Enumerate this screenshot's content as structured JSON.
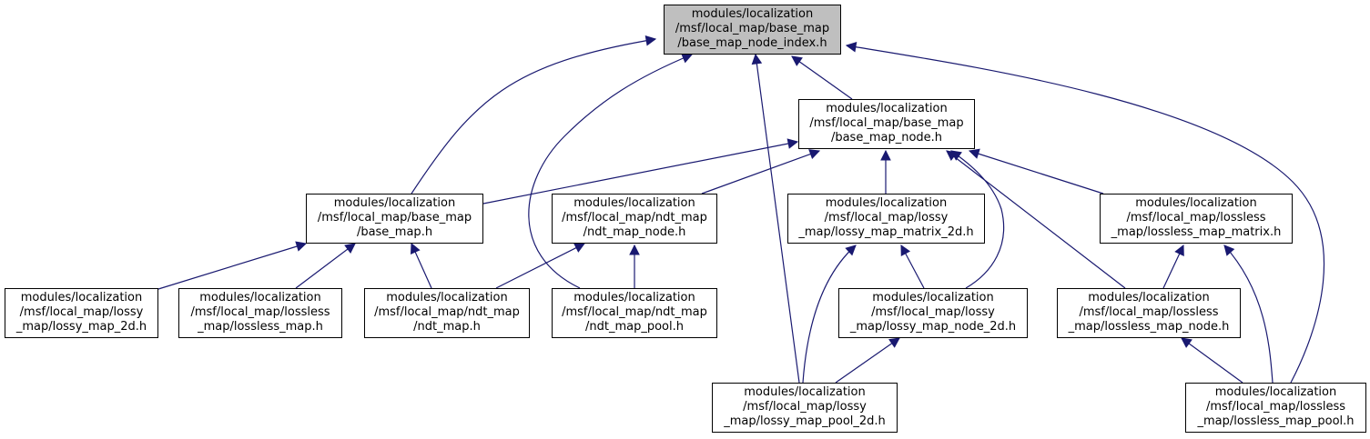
{
  "colors": {
    "edge": "#191970",
    "node_border": "#000000",
    "root_fill": "#bfbfbf",
    "node_fill": "#ffffff"
  },
  "nodes": {
    "base_map_node_index": [
      "modules/localization",
      "/msf/local_map/base_map",
      "/base_map_node_index.h"
    ],
    "base_map_node": [
      "modules/localization",
      "/msf/local_map/base_map",
      "/base_map_node.h"
    ],
    "base_map": [
      "modules/localization",
      "/msf/local_map/base_map",
      "/base_map.h"
    ],
    "ndt_map_node": [
      "modules/localization",
      "/msf/local_map/ndt_map",
      "/ndt_map_node.h"
    ],
    "lossy_map_matrix_2d": [
      "modules/localization",
      "/msf/local_map/lossy",
      "_map/lossy_map_matrix_2d.h"
    ],
    "lossless_map_matrix": [
      "modules/localization",
      "/msf/local_map/lossless",
      "_map/lossless_map_matrix.h"
    ],
    "lossy_map_2d": [
      "modules/localization",
      "/msf/local_map/lossy",
      "_map/lossy_map_2d.h"
    ],
    "lossless_map": [
      "modules/localization",
      "/msf/local_map/lossless",
      "_map/lossless_map.h"
    ],
    "ndt_map": [
      "modules/localization",
      "/msf/local_map/ndt_map",
      "/ndt_map.h"
    ],
    "ndt_map_pool": [
      "modules/localization",
      "/msf/local_map/ndt_map",
      "/ndt_map_pool.h"
    ],
    "lossy_map_node_2d": [
      "modules/localization",
      "/msf/local_map/lossy",
      "_map/lossy_map_node_2d.h"
    ],
    "lossless_map_node": [
      "modules/localization",
      "/msf/local_map/lossless",
      "_map/lossless_map_node.h"
    ],
    "lossy_map_pool_2d": [
      "modules/localization",
      "/msf/local_map/lossy",
      "_map/lossy_map_pool_2d.h"
    ],
    "lossless_map_pool": [
      "modules/localization",
      "/msf/local_map/lossless",
      "_map/lossless_map_pool.h"
    ]
  },
  "edges": [
    {
      "from": "base_map_node",
      "to": "base_map_node_index"
    },
    {
      "from": "base_map",
      "to": "base_map_node_index"
    },
    {
      "from": "ndt_map_pool",
      "to": "base_map_node_index"
    },
    {
      "from": "lossy_map_pool_2d",
      "to": "base_map_node_index"
    },
    {
      "from": "lossless_map_pool",
      "to": "base_map_node_index"
    },
    {
      "from": "base_map",
      "to": "base_map_node"
    },
    {
      "from": "ndt_map_node",
      "to": "base_map_node"
    },
    {
      "from": "lossy_map_matrix_2d",
      "to": "base_map_node"
    },
    {
      "from": "lossless_map_matrix",
      "to": "base_map_node"
    },
    {
      "from": "lossy_map_node_2d",
      "to": "base_map_node"
    },
    {
      "from": "lossless_map_node",
      "to": "base_map_node"
    },
    {
      "from": "lossy_map_2d",
      "to": "base_map"
    },
    {
      "from": "lossless_map",
      "to": "base_map"
    },
    {
      "from": "ndt_map",
      "to": "base_map"
    },
    {
      "from": "ndt_map",
      "to": "ndt_map_node"
    },
    {
      "from": "ndt_map_pool",
      "to": "ndt_map_node"
    },
    {
      "from": "lossy_map_node_2d",
      "to": "lossy_map_matrix_2d"
    },
    {
      "from": "lossy_map_pool_2d",
      "to": "lossy_map_matrix_2d"
    },
    {
      "from": "lossy_map_pool_2d",
      "to": "lossy_map_node_2d"
    },
    {
      "from": "lossless_map_node",
      "to": "lossless_map_matrix"
    },
    {
      "from": "lossless_map_pool",
      "to": "lossless_map_matrix"
    },
    {
      "from": "lossless_map_pool",
      "to": "lossless_map_node"
    }
  ]
}
